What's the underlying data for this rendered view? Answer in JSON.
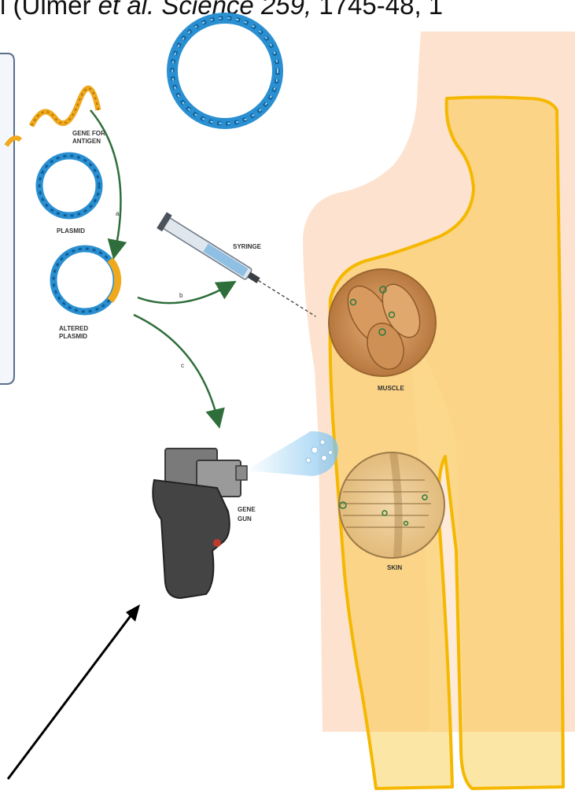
{
  "header": {
    "prefix": "l (Ulmer ",
    "authors_italic": "et al. Science 259,",
    "suffix": " 1745-48, 1"
  },
  "labels": {
    "gene_for": "GENE FOR",
    "antigen": "ANTIGEN",
    "plasmid": "PLASMID",
    "altered": "ALTERED",
    "altered_plasmid": "PLASMID",
    "syringe": "SYRINGE",
    "muscle": "MUSCLE",
    "gene": "GENE",
    "gun": "GUN",
    "skin": "SKIN",
    "step_a": "a",
    "step_b": "b",
    "step_c": "c"
  },
  "colors": {
    "dna_blue": "#2a8fd0",
    "gene_orange": "#f0a81c",
    "arrow_green": "#2e6e3a",
    "body_outline": "#f5b800",
    "body_fill": "#fbd98a",
    "skin_bg": "#fde3cf",
    "gun_gray": "#7a7a7a"
  }
}
